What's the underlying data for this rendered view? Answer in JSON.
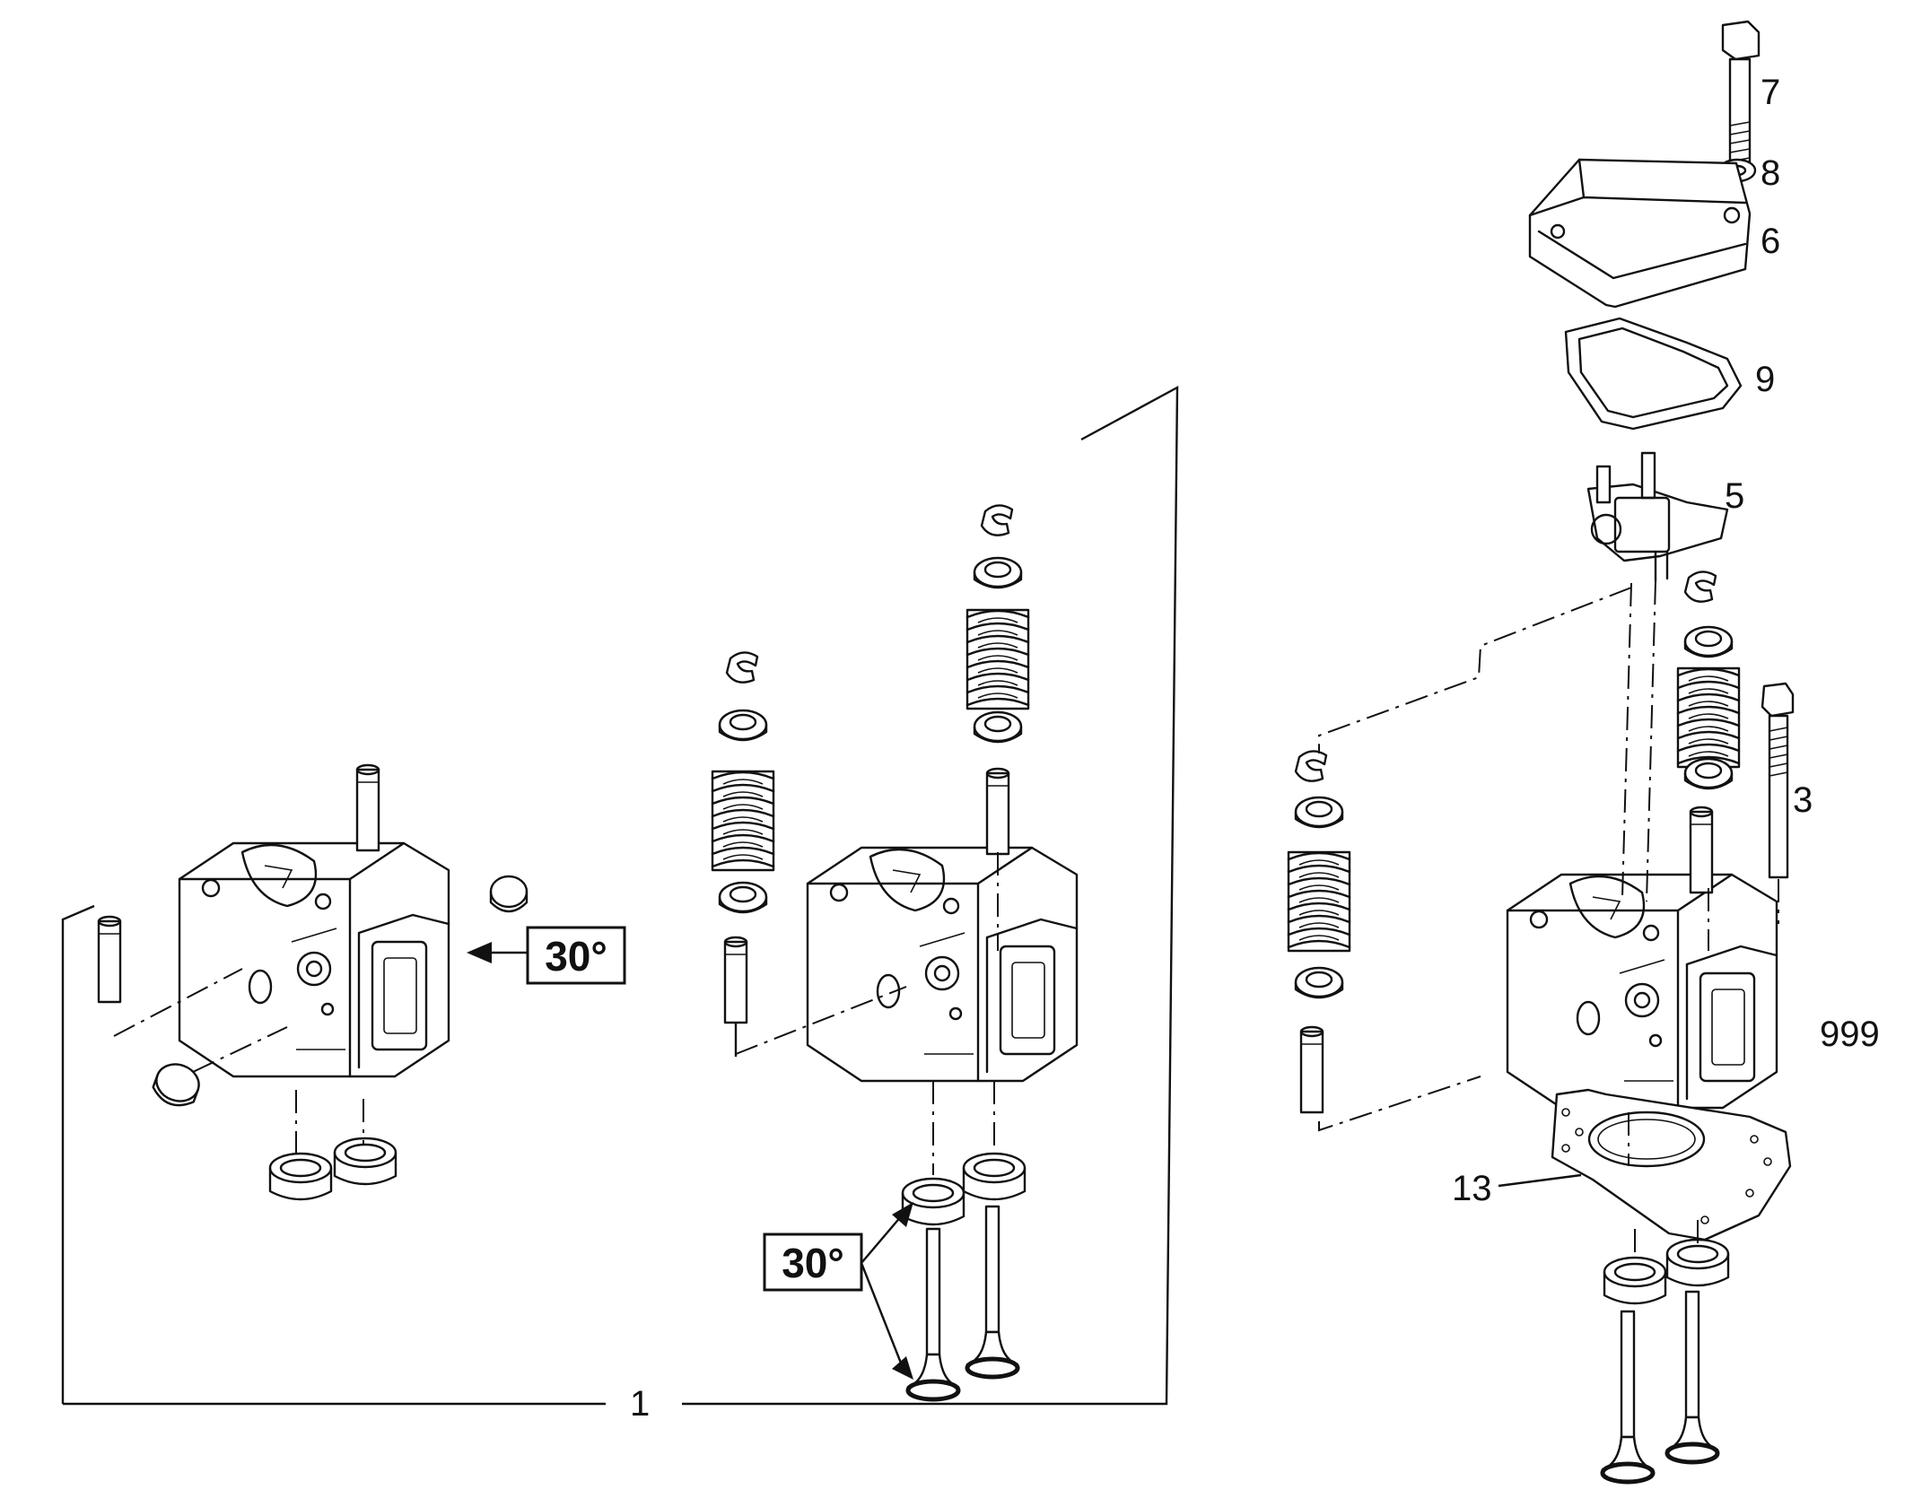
{
  "callouts": {
    "c1": "1",
    "c3": "3",
    "c5": "5",
    "c6": "6",
    "c7": "7",
    "c8": "8",
    "c9": "9",
    "c13": "13",
    "c999": "999"
  },
  "angle_boxes": {
    "left": "30°",
    "middle": "30°"
  }
}
